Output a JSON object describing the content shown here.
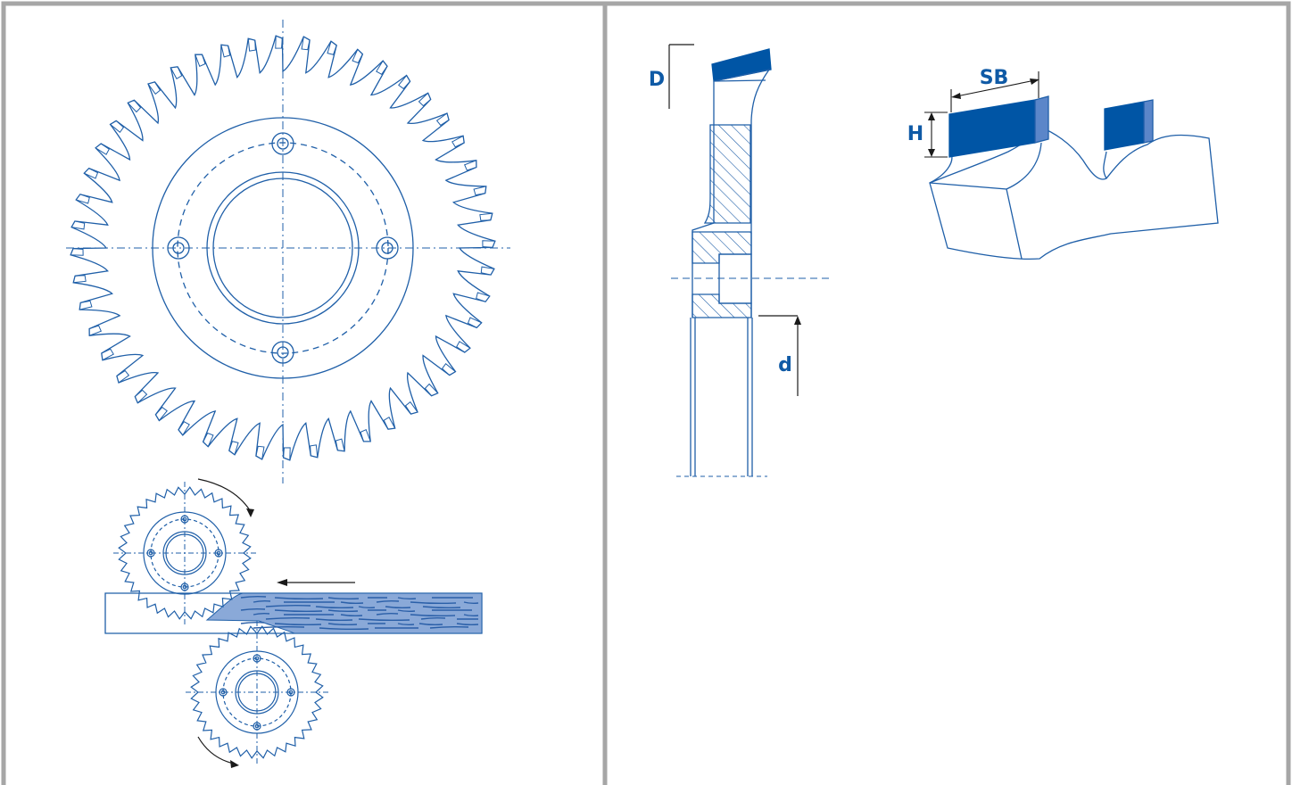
{
  "colors": {
    "frame": "#a6a6a6",
    "line": "#1f5fa8",
    "accent": "#0055a5",
    "label": "#0f5aa6",
    "wood": "#8aa9d8",
    "wood_grain": "#2a5fa8",
    "tip_side": "#5b86c9"
  },
  "icons": {
    "rotation": "curved-arrow-icon",
    "feed": "straight-arrow-icon"
  },
  "blade": {
    "teeth": 48
  },
  "roller": {
    "teeth": 36
  },
  "labels": {
    "D": "D",
    "d": "d",
    "SB": "SB",
    "H": "H"
  }
}
